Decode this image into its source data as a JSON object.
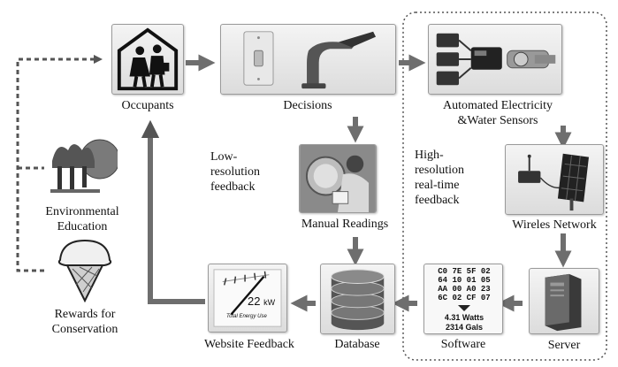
{
  "diagram": {
    "nodes": {
      "occupants": {
        "label": "Occupants",
        "icon": "occupants-house-icon"
      },
      "decisions": {
        "label": "Decisions",
        "icon": "faucet-switch-icon"
      },
      "sensors": {
        "label_line1": "Automated Electricity",
        "label_line2": "&Water Sensors",
        "icon": "meters-icon"
      },
      "wireless": {
        "label": "Wireles Network",
        "icon": "solar-radio-icon"
      },
      "server": {
        "label": "Server",
        "icon": "server-icon"
      },
      "software": {
        "label": "Software",
        "display_rows": [
          "C0 7E 5F 02",
          "64 10 01 05",
          "AA 00 A0 23",
          "6C 02 CF 07"
        ],
        "watts": "4.31 Watts",
        "gals": "2314 Gals"
      },
      "database": {
        "label": "Database",
        "icon": "database-icon"
      },
      "website": {
        "label": "Website Feedback",
        "gauge_value": "22",
        "gauge_unit": "kW",
        "gauge_caption": "Total Energy Use"
      },
      "manual": {
        "label": "Manual Readings",
        "icon": "meter-reading-icon"
      },
      "environmental": {
        "label_line1": "Environmental",
        "label_line2": "Education",
        "icon": "trees-icon"
      },
      "rewards": {
        "label_line1": "Rewards for",
        "label_line2": "Conservation",
        "icon": "ice-cream-icon"
      }
    },
    "annotations": {
      "low_res": [
        "Low-",
        "resolution",
        "feedback"
      ],
      "high_res": [
        "High-",
        "resolution",
        "real-time",
        "feedback"
      ]
    },
    "colors": {
      "arrow": "#6e6e6e",
      "dashed": "#555555",
      "box_border": "#9a9a9a"
    }
  }
}
